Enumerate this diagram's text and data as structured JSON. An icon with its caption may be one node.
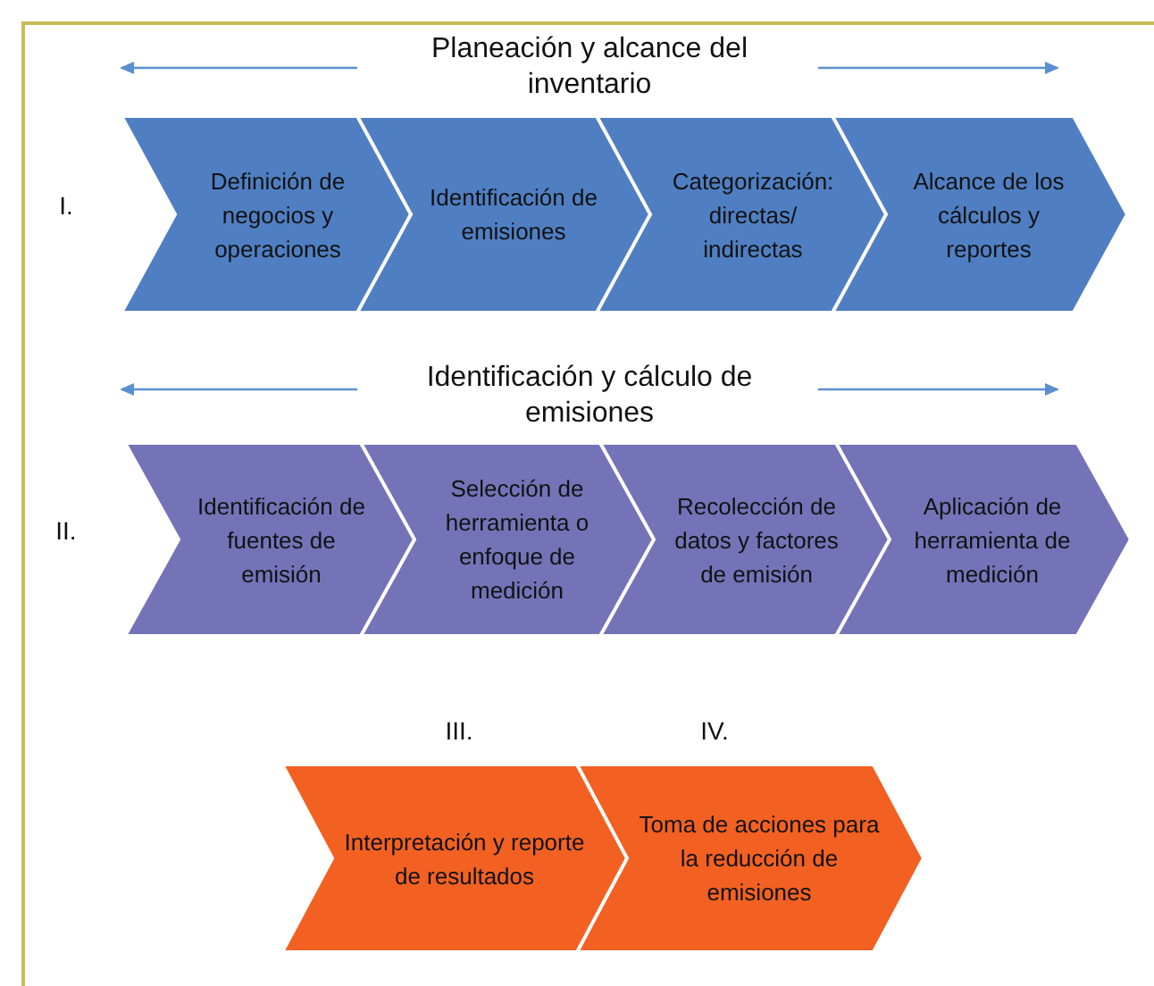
{
  "diagram": {
    "nodes": [
      {
        "text": [
          "Definición de negocios y operaciones"
        ]
      },
      {
        "text": [
          "Identificación de emisiones"
        ]
      },
      {
        "text": [
          "Categorización: directas/ indirectas"
        ]
      },
      {
        "text": [
          "Alcance de los cálculos y reportes"
        ]
      },
      {
        "text": [
          "Identificación de fuentes de emisión"
        ]
      },
      {
        "text": [
          "Selección de herramienta o enfoque de medición"
        ]
      },
      {
        "text": [
          "Recolección de datos y factores de emisión"
        ]
      },
      {
        "text": [
          "Aplicación de herramienta de medición"
        ]
      },
      {
        "text": [
          "Interpretación y reporte de resultados"
        ]
      },
      {
        "text": [
          "Toma de acciones para la reducción de emisiones"
        ]
      }
    ],
    "labels": [
      "Planeación y alcance del inventario",
      "I.",
      "Identificación y cálculo de emisiones",
      "II.",
      "III.",
      "IV."
    ]
  }
}
